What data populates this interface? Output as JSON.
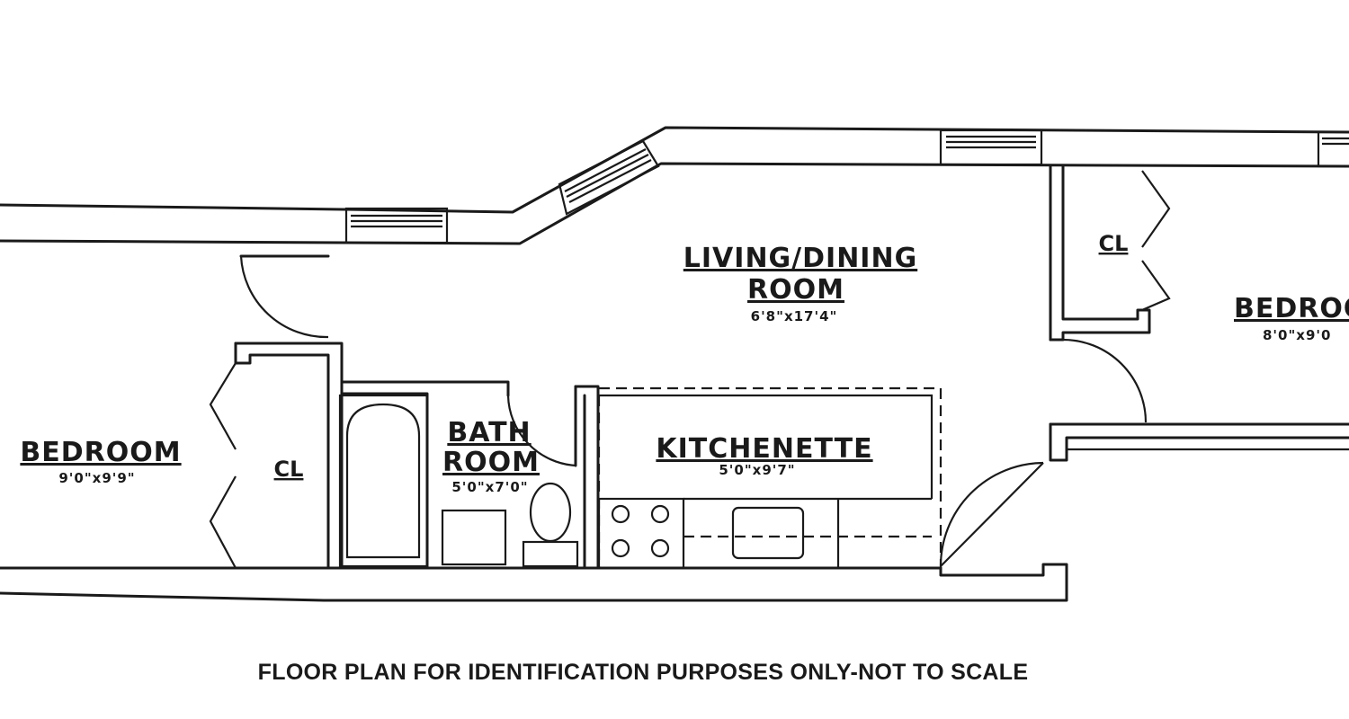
{
  "rooms": {
    "living": {
      "line1": "LIVING/DINING",
      "line2": "ROOM",
      "dims": "6'8\"x17'4\""
    },
    "bedroom_left": {
      "name": "BEDROOM",
      "dims": "9'0\"x9'9\""
    },
    "bedroom_right": {
      "name": "BEDROO",
      "dims": "8'0\"x9'0"
    },
    "bath": {
      "line1": "BATH",
      "line2": "ROOM",
      "dims": "5'0\"x7'0\""
    },
    "kitchenette": {
      "name": "KITCHENETTE",
      "dims": "5'0\"x9'7\""
    },
    "closet_left": {
      "name": "CL"
    },
    "closet_right": {
      "name": "CL"
    }
  },
  "footer": "FLOOR PLAN FOR IDENTIFICATION PURPOSES ONLY-NOT TO SCALE"
}
